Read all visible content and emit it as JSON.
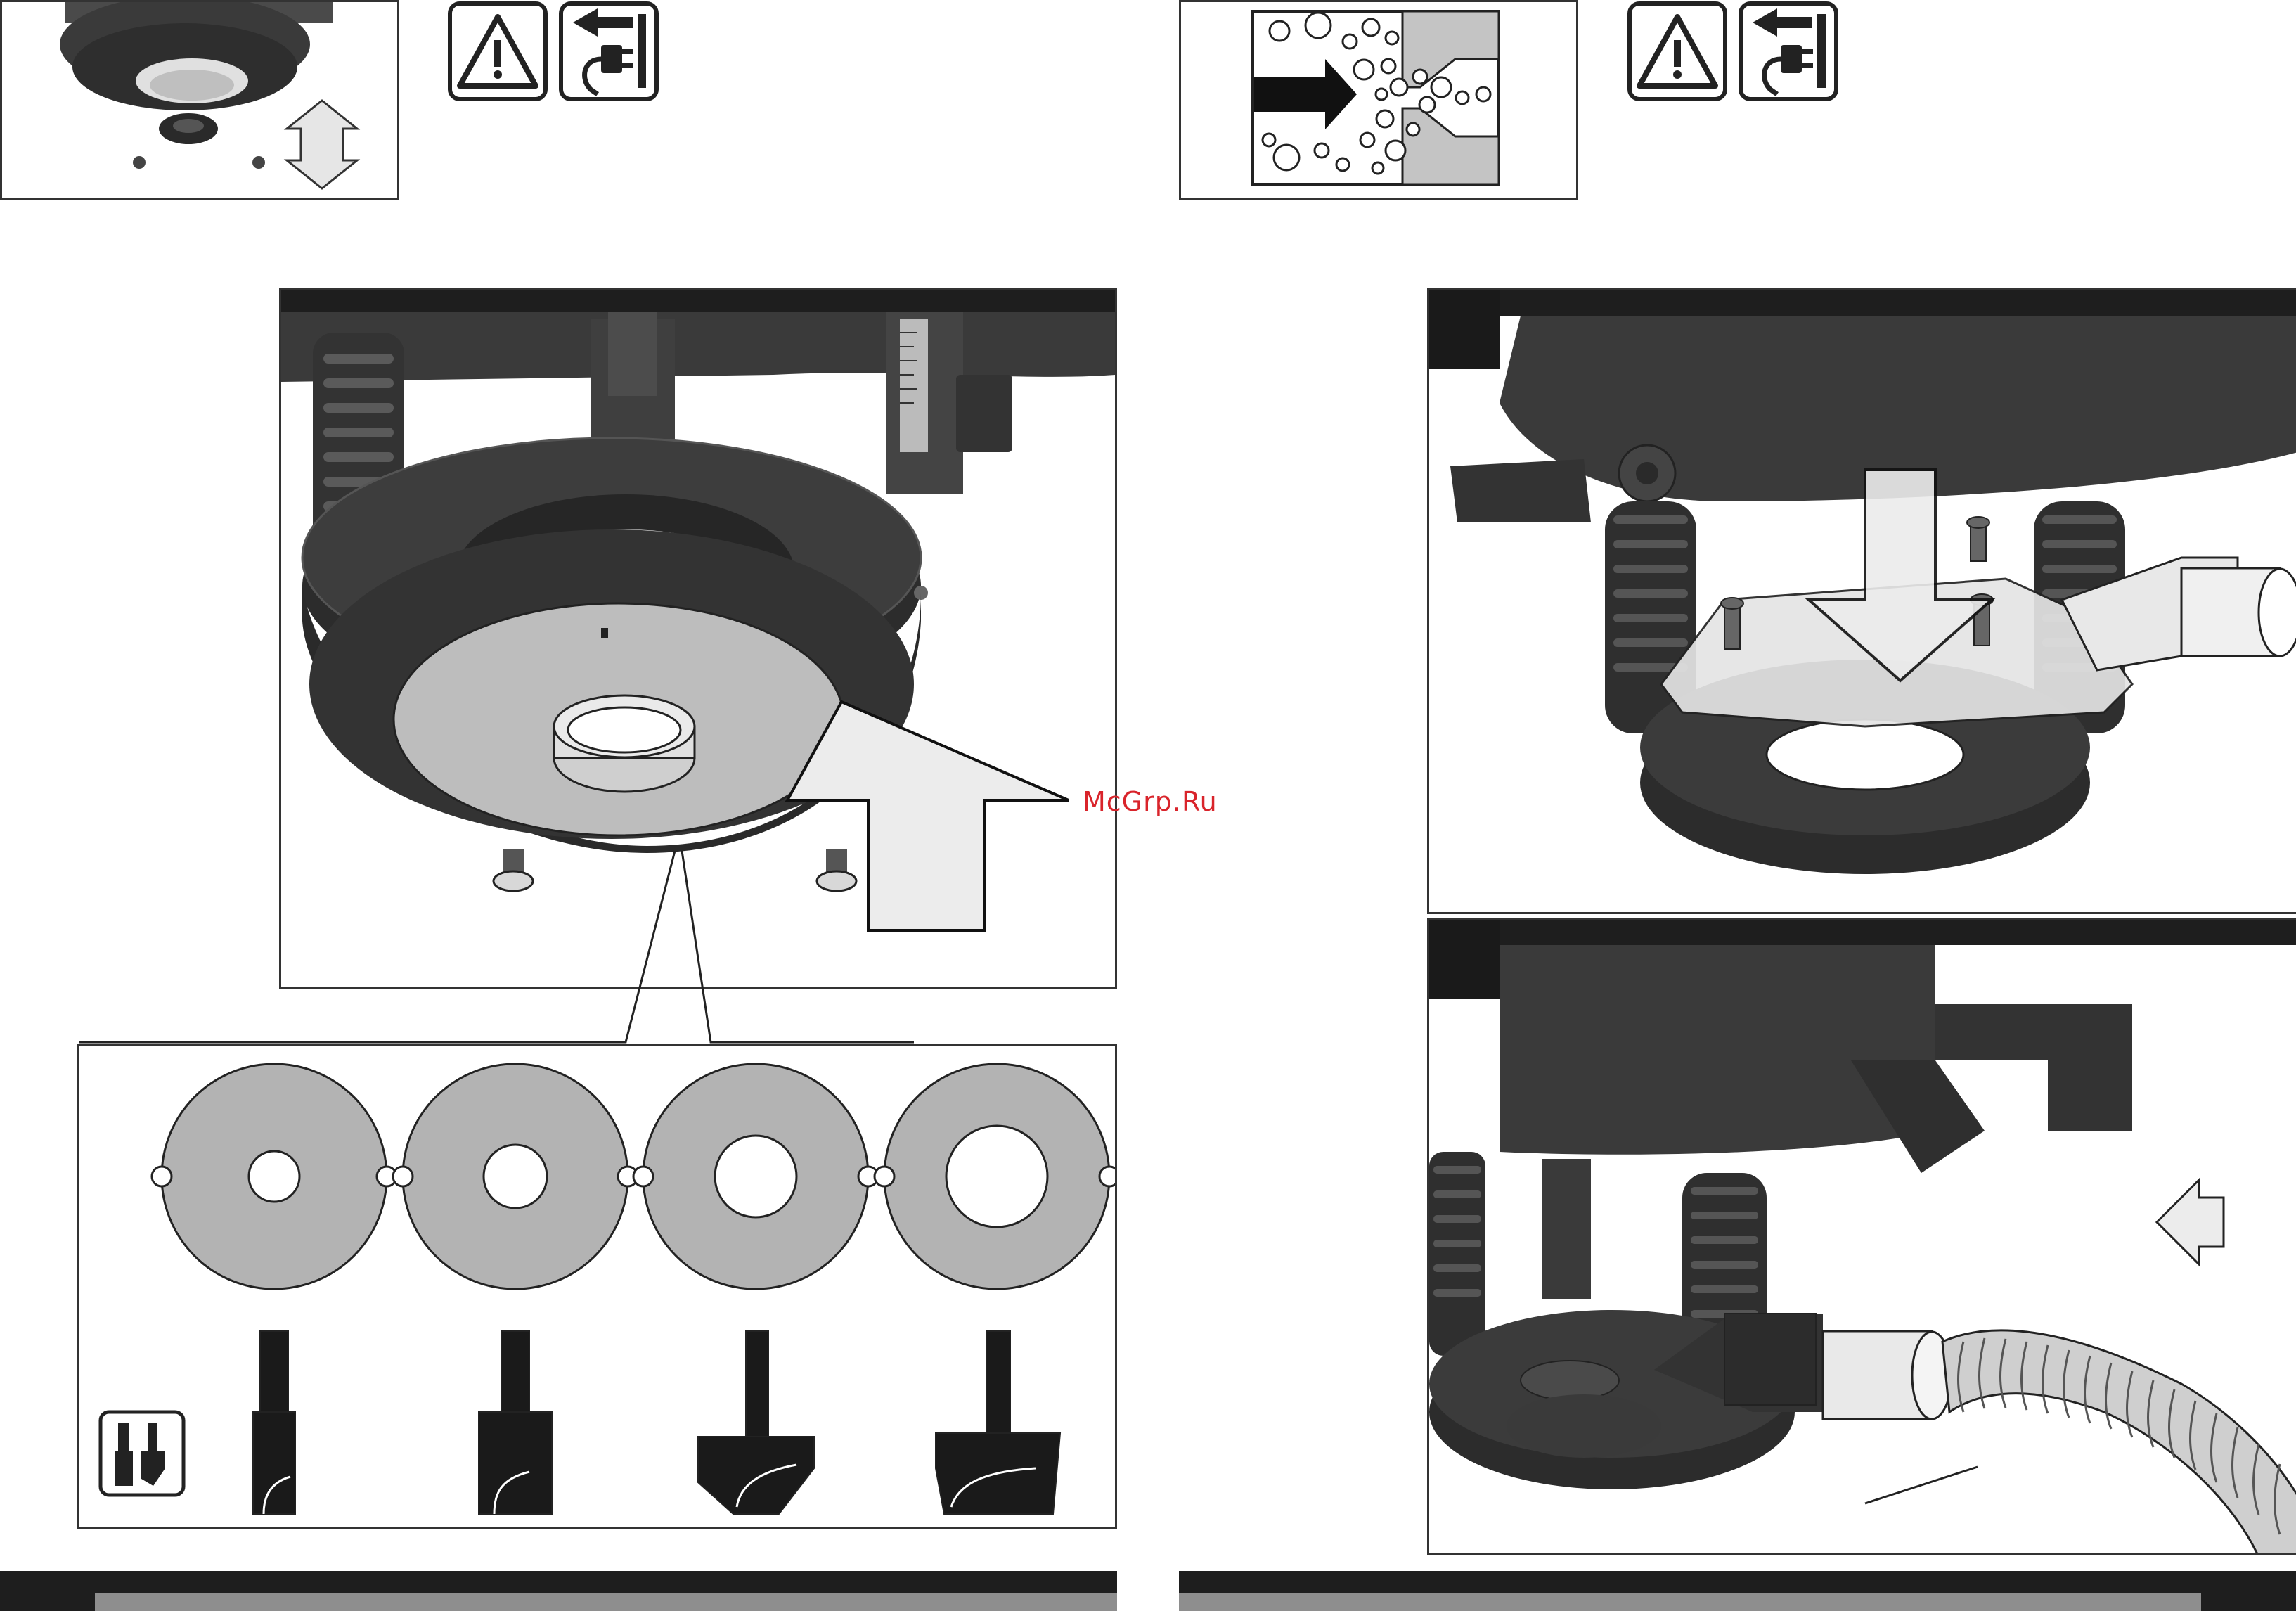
{
  "watermark": {
    "text": "McGrp.Ru",
    "color": "#d9242b"
  },
  "icons": {
    "left_top": [
      "warning-triangle-icon",
      "unplug-mains-icon"
    ],
    "right_top": [
      "dust-extraction-icon",
      "warning-triangle-icon",
      "unplug-mains-icon"
    ]
  },
  "template_guides": {
    "count": 4,
    "hole_size_order": [
      "small",
      "medium",
      "large",
      "x-large"
    ]
  },
  "router_bits": [
    "straight-bit",
    "straight-bit-long",
    "v-groove-bit",
    "dovetail-bit"
  ],
  "colors": {
    "frame": "#333333",
    "panel_bg": "#ffffff",
    "machine": "#3a3a3a",
    "arrow_fill": "#ececec",
    "disc_fill": "#b3b3b3",
    "bar": "#1e1e1e",
    "strip": "#8e8e8e"
  }
}
